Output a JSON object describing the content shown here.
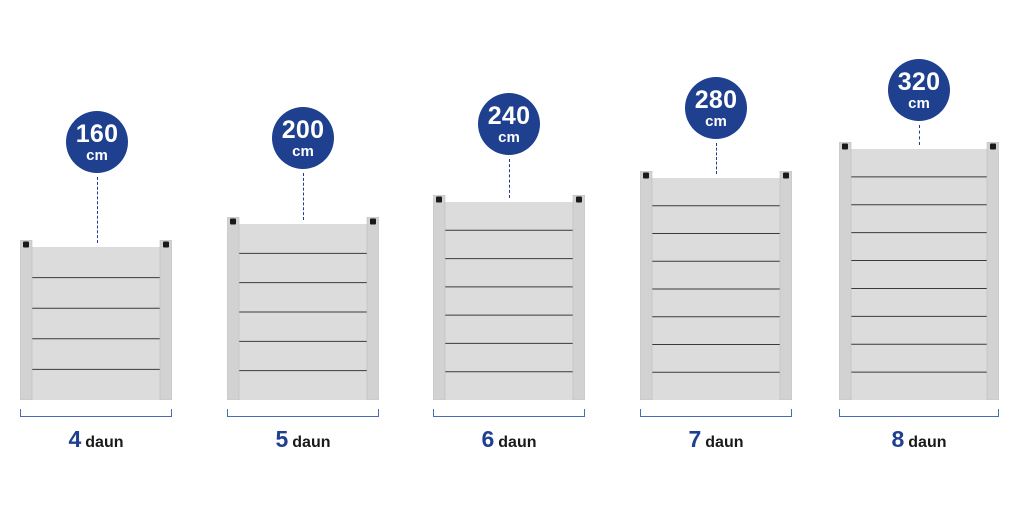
{
  "colors": {
    "accent": "#1f3f8f",
    "panel": "#dcdcdc",
    "post": "#d2d2d2",
    "line": "#3a3a3a",
    "cap": "#1a1a1a"
  },
  "fences": [
    {
      "height_value": "160",
      "height_unit": "cm",
      "count_value": "4",
      "count_unit": "daun",
      "panels": 5
    },
    {
      "height_value": "200",
      "height_unit": "cm",
      "count_value": "5",
      "count_unit": "daun",
      "panels": 6
    },
    {
      "height_value": "240",
      "height_unit": "cm",
      "count_value": "6",
      "count_unit": "daun",
      "panels": 7
    },
    {
      "height_value": "280",
      "height_unit": "cm",
      "count_value": "7",
      "count_unit": "daun",
      "panels": 8
    },
    {
      "height_value": "320",
      "height_unit": "cm",
      "count_value": "8",
      "count_unit": "daun",
      "panels": 9
    }
  ]
}
